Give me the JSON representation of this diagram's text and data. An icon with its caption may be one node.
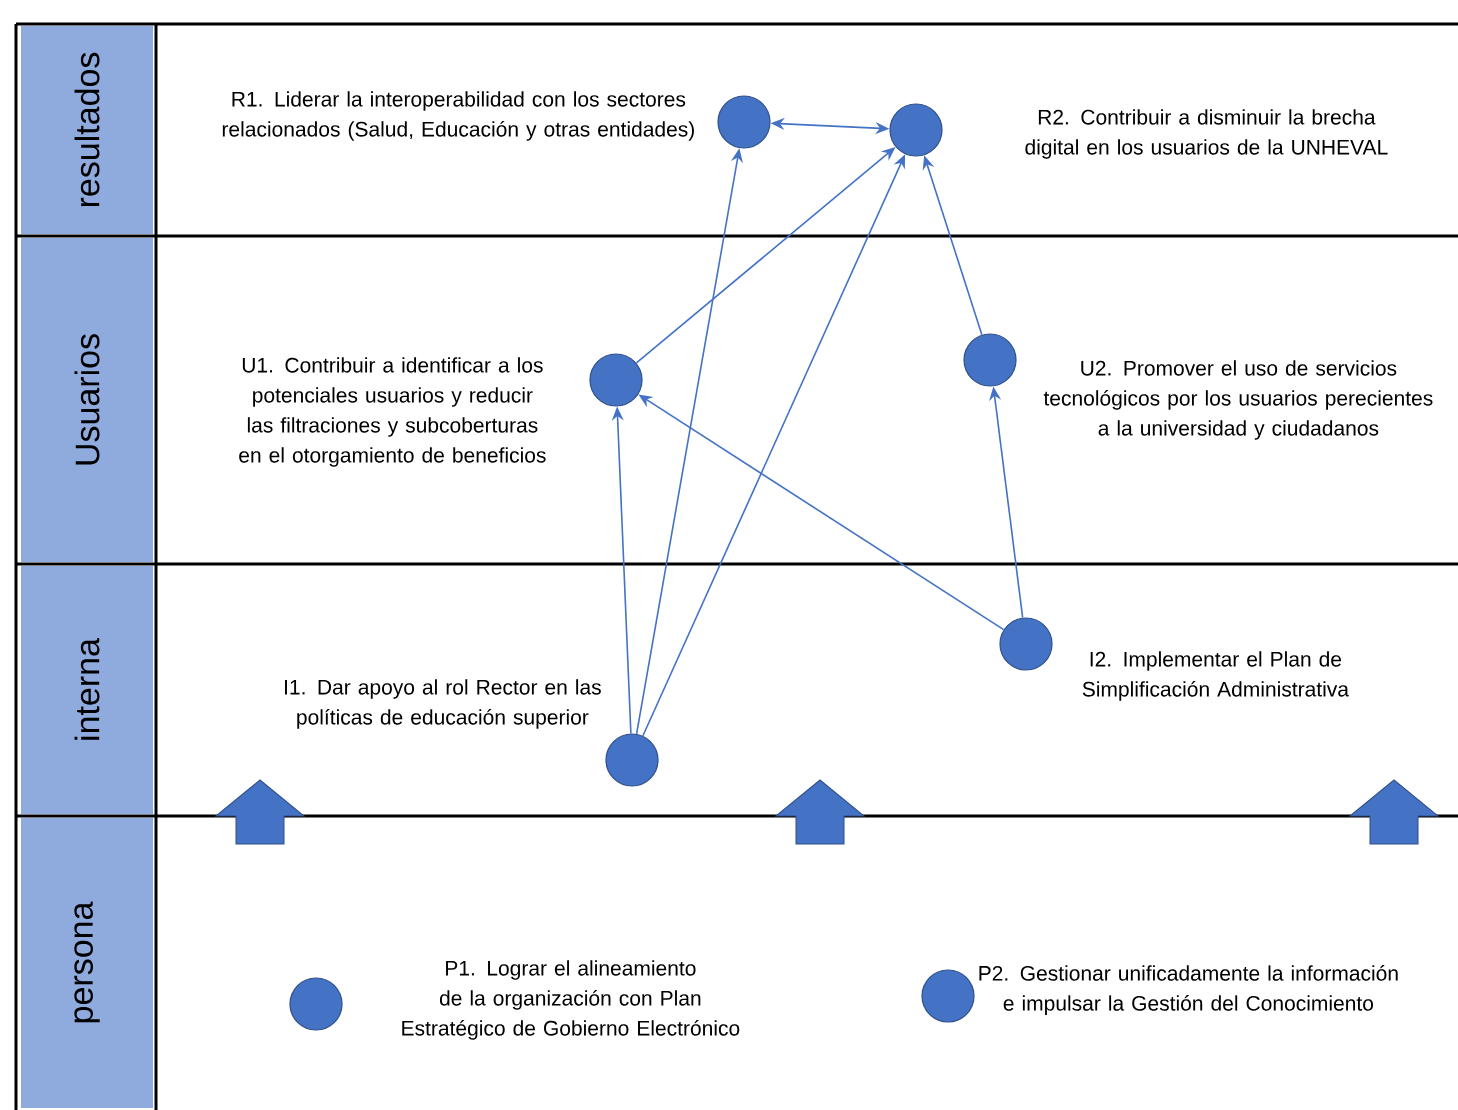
{
  "diagram": {
    "nodes": [
      {
        "text": [
          "resultados"
        ]
      },
      {
        "text": [
          "Usuarios"
        ]
      },
      {
        "text": [
          "interna"
        ]
      },
      {
        "text": [
          "persona"
        ]
      },
      {
        "text": [],
        "shape": "circle",
        "beside": [
          "R1. Liderar la interoperabilidad con los sectores relacionados (Salud, Educación y otras entidades)"
        ]
      },
      {
        "text": [],
        "shape": "circle",
        "beside": [
          "R2. Contribuir a disminuir la brecha digital en los usuarios de la UNHEVAL"
        ]
      },
      {
        "text": [],
        "shape": "circle",
        "beside": [
          "U1. Contribuir a identificar a los potenciales usuarios y reducir las filtraciones y subcoberturas en el otorgamiento de beneficios"
        ]
      },
      {
        "text": [],
        "shape": "circle",
        "beside": [
          "U2. Promover el uso de servicios tecnológicos por los usuarios perecientes a la universidad y ciudadanos"
        ]
      },
      {
        "text": [],
        "shape": "circle",
        "beside": [
          "I1. Dar apoyo al rol Rector en las políticas de educación superior"
        ]
      },
      {
        "text": [],
        "shape": "circle",
        "beside": [
          "I2. Implementar el Plan de Simplificación Administrativa"
        ]
      },
      {
        "text": [],
        "shape": "circle",
        "beside": [
          "P1. Lograr el alineamiento de la organización con Plan Estratégico de Gobierno Electrónico"
        ]
      },
      {
        "text": [],
        "shape": "circle",
        "beside": [
          "P2. Gestionar unificadamente la información e impulsar la Gestión del Conocimiento"
        ]
      }
    ],
    "edges": [
      {
        "from": 4,
        "to": 5,
        "arrow": "both"
      },
      {
        "from": 8,
        "to": 4,
        "arrow": "to"
      },
      {
        "from": 8,
        "to": 5,
        "arrow": "to"
      },
      {
        "from": 8,
        "to": 6,
        "arrow": "to"
      },
      {
        "from": 6,
        "to": 5,
        "arrow": "to"
      },
      {
        "from": 9,
        "to": 6,
        "arrow": "to"
      },
      {
        "from": 9,
        "to": 7,
        "arrow": "to"
      },
      {
        "from": 7,
        "to": 5,
        "arrow": "to"
      }
    ]
  }
}
